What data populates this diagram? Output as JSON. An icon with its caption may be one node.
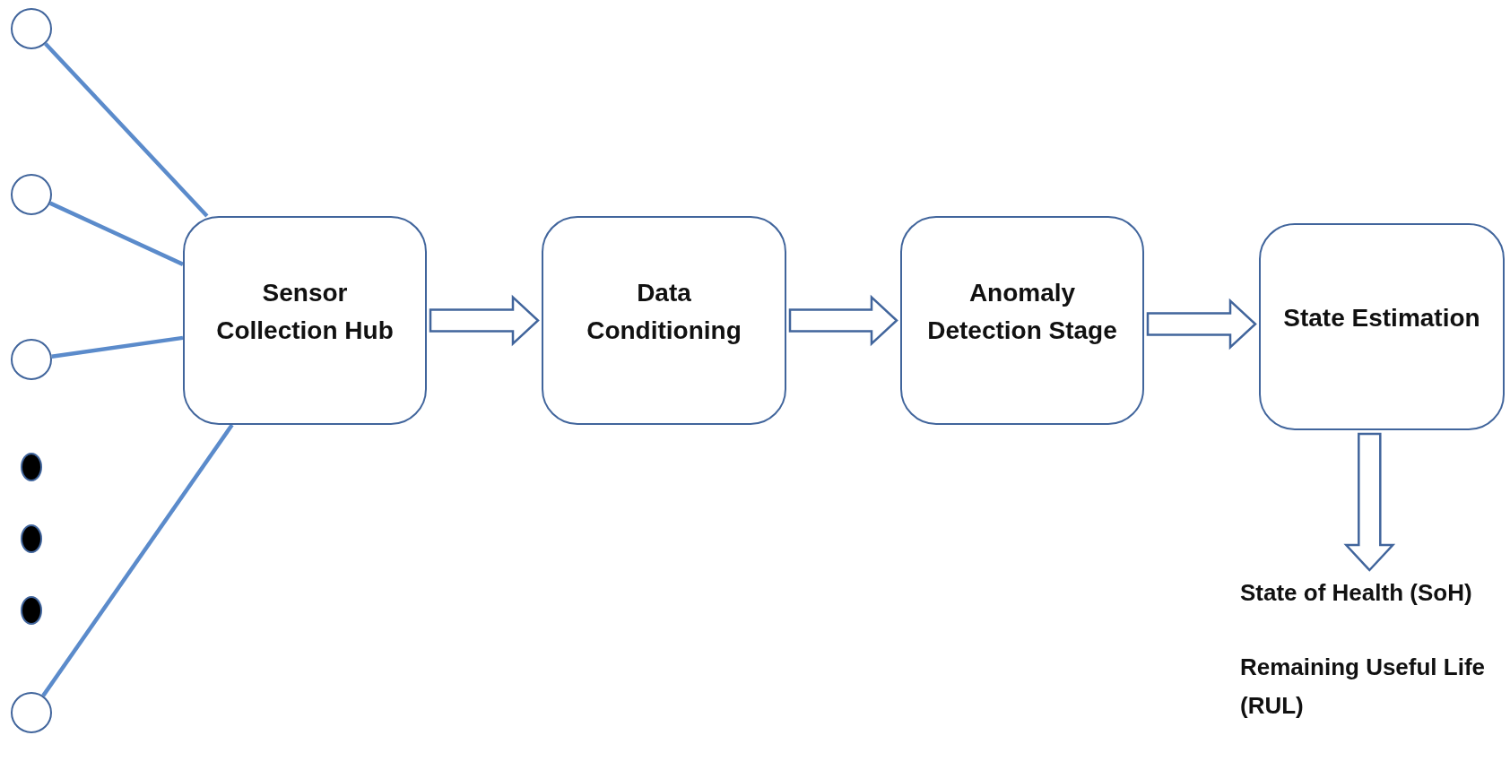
{
  "diagram": {
    "nodes": [
      {
        "text": [],
        "shape": "circle"
      },
      {
        "text": [],
        "shape": "circle"
      },
      {
        "text": [],
        "shape": "circle"
      },
      {
        "text": [],
        "shape": "circle"
      },
      {
        "text": [
          "Sensor Collection Hub"
        ]
      },
      {
        "text": [
          "Data Conditioning"
        ]
      },
      {
        "text": [
          "Anomaly Detection Stage"
        ]
      },
      {
        "text": [
          "State Estimation"
        ]
      },
      {
        "text": [
          "State of Health (SoH)",
          "Remaining Useful Life (RUL)"
        ]
      }
    ],
    "edges": [
      {
        "from": 0,
        "to": 4,
        "arrow": "none"
      },
      {
        "from": 1,
        "to": 4,
        "arrow": "none"
      },
      {
        "from": 2,
        "to": 4,
        "arrow": "none"
      },
      {
        "from": 3,
        "to": 4,
        "arrow": "none"
      },
      {
        "from": 4,
        "to": 5,
        "arrow": "to"
      },
      {
        "from": 5,
        "to": 6,
        "arrow": "to"
      },
      {
        "from": 6,
        "to": 7,
        "arrow": "to"
      },
      {
        "from": 7,
        "to": 8,
        "arrow": "to"
      }
    ]
  }
}
